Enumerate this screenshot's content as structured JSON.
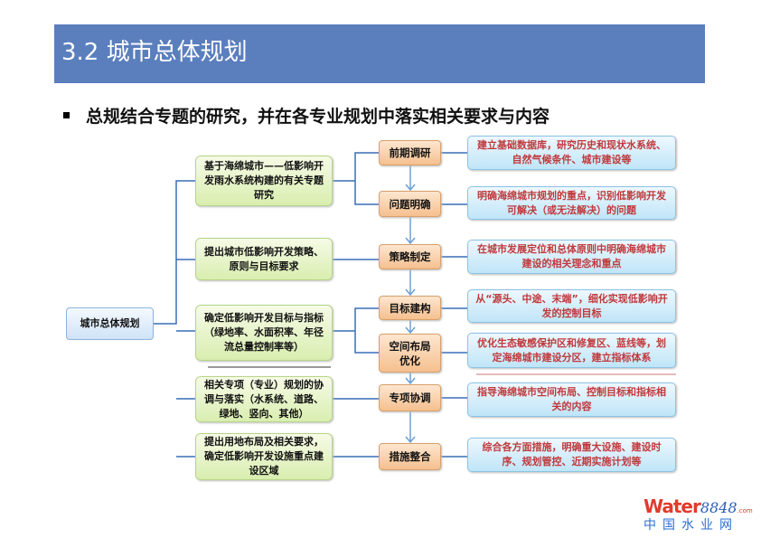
{
  "header": {
    "title": "3.2 城市总体规划"
  },
  "subtitle": "总规结合专题的研究，并在各专业规划中落实相关要求与内容",
  "root": "城市总体规划",
  "left_boxes": [
    "基于海绵城市——低影响开发雨水系统构建的有关专题研究",
    "提出城市低影响开发策略、原则与目标要求",
    "确定低影响开发目标与指标（绿地率、水面积率、年径流总量控制率等）",
    "相关专项（专业）规划的协调与落实（水系统、道路、绿地、竖向、其他）",
    "提出用地布局及相关要求，确定低影响开发设施重点建设区域"
  ],
  "steps": [
    "前期调研",
    "问题明确",
    "策略制定",
    "目标建构",
    "空间布局优化",
    "专项协调",
    "措施整合"
  ],
  "details": [
    "建立基础数据库，研究历史和现状水系统、自然气候条件、城市建设等",
    "明确海绵城市规划的重点，识别低影响开发可解决（或无法解决）的问题",
    "在城市发展定位和总体原则中明确海绵城市建设的相关理念和重点",
    "从“源头、中途、末端”，细化实现低影响开发的控制目标",
    "优化生态敏感保护区和修复区、蓝线等，划定海绵城市建设分区，建立指标体系",
    "指导海绵城市空间布局、控制目标和指标相关的内容",
    "综合各方面措施，明确重大设施、建设时序、规划管控、近期实施计划等"
  ],
  "logo": {
    "brand": "Water",
    "number": "8848",
    "domain": ".com",
    "cn": "中国水业网"
  },
  "colors": {
    "header": "#5b7fbd",
    "detail_text": "#c0393b"
  }
}
